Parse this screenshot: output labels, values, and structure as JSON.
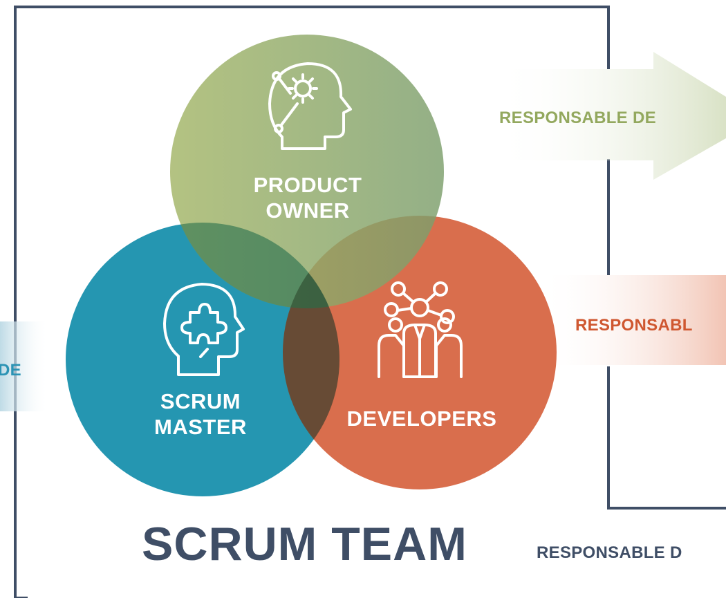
{
  "colors": {
    "product_owner": "#8fa661",
    "scrum_master": "#2596b1",
    "developers": "#d45a34",
    "frame": "#3f4e66",
    "responsable_green": "#93a85e",
    "responsable_red": "#cf5730",
    "responsable_blue": "#2b93b4"
  },
  "roles": {
    "product_owner": {
      "line1": "PRODUCT",
      "line2": "OWNER",
      "icon": "head-gear-icon"
    },
    "scrum_master": {
      "line1": "SCRUM",
      "line2": "MASTER",
      "icon": "head-puzzle-icon"
    },
    "developers": {
      "label": "DEVELOPERS",
      "icon": "team-network-icon"
    }
  },
  "team_title": "SCRUM TEAM",
  "arrows": {
    "green": "RESPONSABLE DE",
    "red": "RESPONSABL",
    "blue": "DE",
    "bottom": "RESPONSABLE D"
  }
}
